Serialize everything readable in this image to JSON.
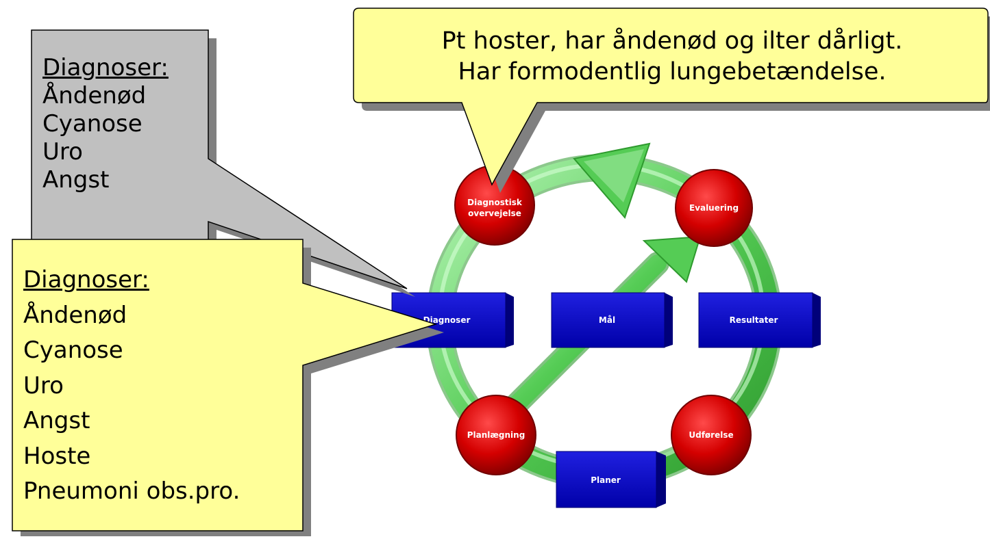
{
  "callouts": {
    "top": {
      "lines": [
        "Pt hoster, har åndenød og ilter dårligt.",
        "Har formodentlig lungebetændelse."
      ]
    },
    "gray": {
      "heading": "Diagnoser:",
      "items": [
        "Åndenød",
        "Cyanose",
        "Uro",
        "Angst"
      ]
    },
    "yellow": {
      "heading": "Diagnoser:",
      "items": [
        "Åndenød",
        "Cyanose",
        "Uro",
        "Angst",
        "Hoste",
        "Pneumoni obs.pro."
      ]
    }
  },
  "cycle": {
    "circles": {
      "diagnostisk": [
        "Diagnostisk",
        "overvejelse"
      ],
      "evaluering": "Evaluering",
      "planlaegning": "Planlægning",
      "udforelse": "Udførelse"
    },
    "boxes": {
      "diagnoser": "Diagnoser",
      "maal": "Mål",
      "resultater": "Resultater",
      "planer": "Planer"
    }
  },
  "colors": {
    "callout_yellow": "#FFFF99",
    "callout_gray": "#C0C0C0",
    "circle_red": "#CC0000",
    "box_blue": "#0000CC",
    "arrow_green": "#66DD66"
  }
}
